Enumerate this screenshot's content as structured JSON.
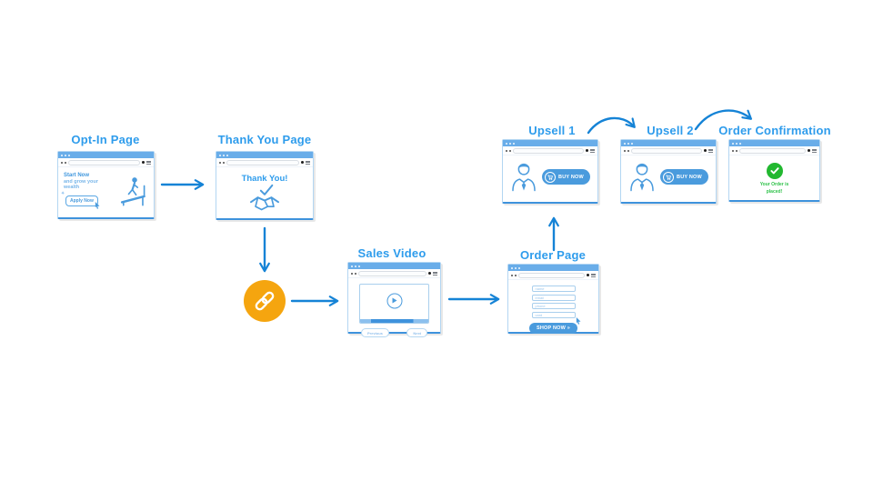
{
  "colors": {
    "arrow_blue": "#1583d6",
    "heading_blue": "#2e9cec",
    "icon_blue": "#4a9bdd",
    "titlebar_blue": "#69ade9",
    "link_orange": "#f5a50f",
    "success_green": "#22b830"
  },
  "nodes": {
    "opt_in": {
      "title": "Opt-In Page",
      "headline_bold": "Start Now",
      "headline_rest": "and grow your wealth",
      "cta_label": "Apply Now"
    },
    "thank_you": {
      "title": "Thank You Page",
      "message": "Thank You!"
    },
    "sales_video": {
      "title": "Sales Video",
      "previous_label": "Previous",
      "next_label": "Next"
    },
    "order_page": {
      "title": "Order Page",
      "fields": [
        "name",
        "email",
        "phone",
        "card"
      ],
      "cta_label": "SHOP NOW »"
    },
    "upsell_1": {
      "title": "Upsell 1",
      "cta_label": "BUY NOW"
    },
    "upsell_2": {
      "title": "Upsell 2",
      "cta_label": "BUY NOW"
    },
    "order_confirmation": {
      "title": "Order Confirmation",
      "message": "Your Order is placed!"
    }
  }
}
